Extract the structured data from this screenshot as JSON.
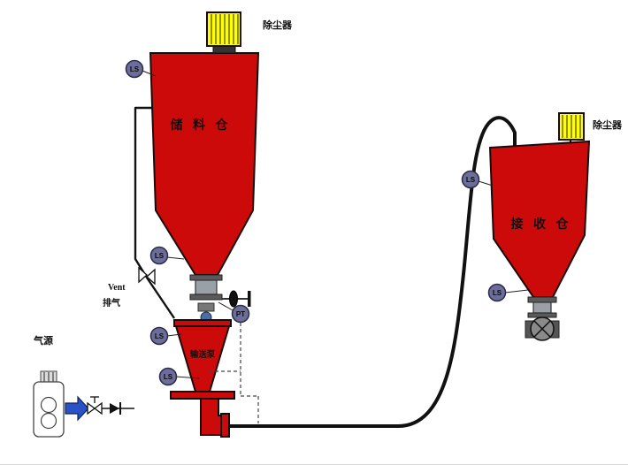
{
  "diagram_title": "pneumatic-conveying-system-diagram",
  "labels": {
    "storage_silo": "储 料 仓",
    "receiving_silo": "接 收 仓",
    "dust_collector_left": "除尘器",
    "dust_collector_right": "除尘器",
    "pump": "输送泵",
    "air_source": "气源",
    "vent_en": "Vent",
    "vent_cn": "排气"
  },
  "instruments": {
    "ls_label": "LS",
    "pt_label": "PT"
  },
  "colors": {
    "vessel_red": "#cc0a0a",
    "collector_yellow": "#ffff00",
    "instrument_fill": "#6d6d99",
    "arrow_blue": "#2a52c8",
    "pipe_black": "#111111"
  }
}
